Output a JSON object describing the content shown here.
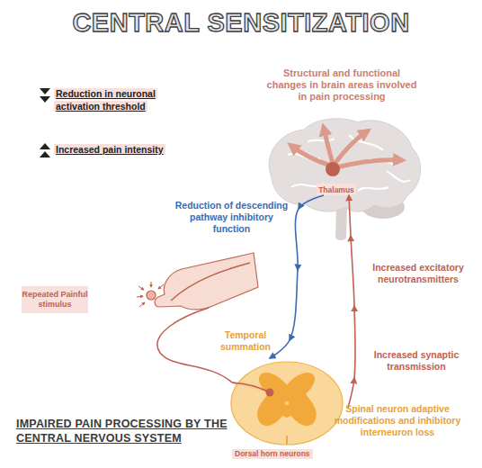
{
  "diagram": {
    "title": "CENTRAL SENSITIZATION",
    "caption": "IMPAIRED PAIN PROCESSING BY THE CENTRAL NERVOUS SYSTEM",
    "nodes": [
      {
        "text": [
          "Structural and functional changes in brain areas involved in pain processing"
        ]
      },
      {
        "text": [
          "Thalamus"
        ],
        "in": 0
      },
      {
        "text": [
          "Repeated Painful stimulus"
        ]
      },
      {
        "text": [
          "Dorsal horn neurons"
        ]
      }
    ],
    "edges": [
      {
        "from": 1,
        "to": 3,
        "arrow": "to",
        "label": "Reduction of descending pathway inhibitory function"
      },
      {
        "from": 3,
        "to": 1,
        "arrow": "to",
        "label": "Increased excitatory neurotransmitters"
      }
    ],
    "labels": [
      "Temporal summation",
      "Increased synaptic transmission",
      "Spinal neuron adaptive modifications and inhibitory interneuron loss"
    ],
    "legend": [
      {
        "text": "Reduction in neuronal activation threshold"
      },
      {
        "text": "Increased pain intensity"
      }
    ]
  }
}
